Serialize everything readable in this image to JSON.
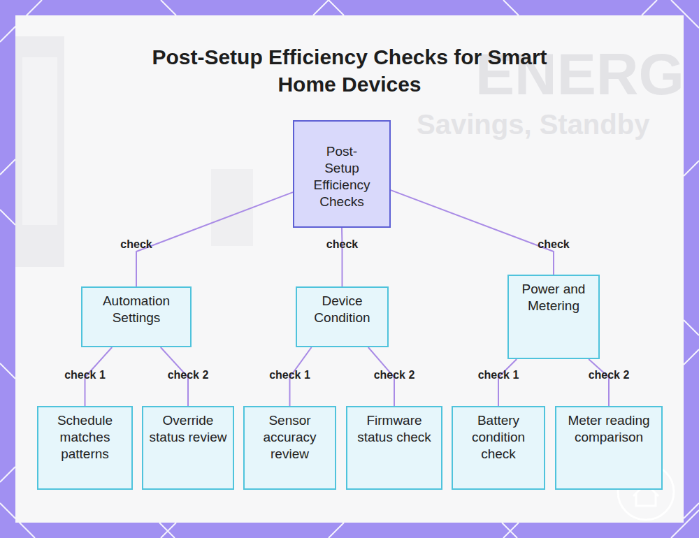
{
  "diagram": {
    "title": "Post-Setup Efficiency Checks for Smart Home Devices",
    "nodes": [
      {
        "text": [
          "Post-Setup Efficiency Checks"
        ]
      },
      {
        "text": [
          "Automation Settings"
        ]
      },
      {
        "text": [
          "Device Condition"
        ]
      },
      {
        "text": [
          "Power and Metering"
        ]
      },
      {
        "text": [
          "Schedule matches patterns"
        ]
      },
      {
        "text": [
          "Override status review"
        ]
      },
      {
        "text": [
          "Sensor accuracy review"
        ]
      },
      {
        "text": [
          "Firmware status check"
        ]
      },
      {
        "text": [
          "Battery condition check"
        ]
      },
      {
        "text": [
          "Meter reading comparison"
        ]
      }
    ],
    "edges": [
      {
        "from": 0,
        "to": 1,
        "label": "check",
        "arrow": "none"
      },
      {
        "from": 0,
        "to": 2,
        "label": "check",
        "arrow": "none"
      },
      {
        "from": 0,
        "to": 3,
        "label": "check",
        "arrow": "none"
      },
      {
        "from": 1,
        "to": 4,
        "label": "check 1",
        "arrow": "none"
      },
      {
        "from": 1,
        "to": 5,
        "label": "check 2",
        "arrow": "none"
      },
      {
        "from": 2,
        "to": 6,
        "label": "check 1",
        "arrow": "none"
      },
      {
        "from": 2,
        "to": 7,
        "label": "check 2",
        "arrow": "none"
      },
      {
        "from": 3,
        "to": 8,
        "label": "check 1",
        "arrow": "none"
      },
      {
        "from": 3,
        "to": 9,
        "label": "check 2",
        "arrow": "none"
      }
    ],
    "labels": [
      "ENERG",
      "Savings, Standby"
    ]
  }
}
